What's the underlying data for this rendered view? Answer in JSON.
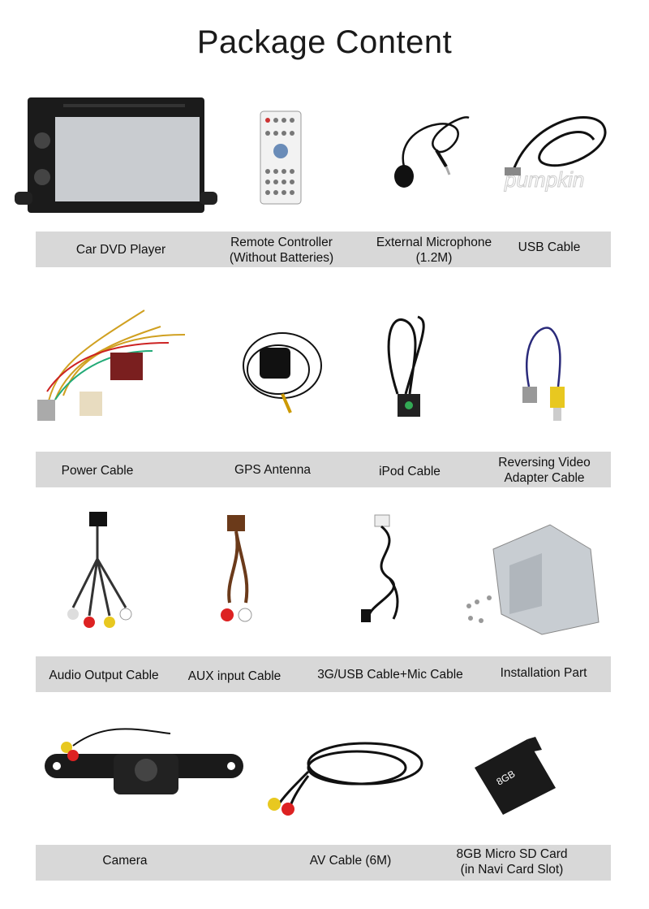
{
  "title": "Package Content",
  "rows": [
    {
      "items": [
        {
          "label": "Car DVD Player",
          "icon": "car-dvd-player"
        },
        {
          "label": "Remote Controller\n(Without Batteries)",
          "line1": "Remote Controller",
          "line2": "(Without Batteries)",
          "icon": "remote-controller"
        },
        {
          "line1": "External Microphone",
          "line2": "(1.2M)",
          "icon": "microphone"
        },
        {
          "label": "USB Cable",
          "icon": "usb-cable"
        }
      ]
    },
    {
      "items": [
        {
          "label": "Power Cable",
          "icon": "power-cable"
        },
        {
          "label": "GPS Antenna",
          "icon": "gps-antenna"
        },
        {
          "label": "iPod Cable",
          "icon": "ipod-cable"
        },
        {
          "line1": "Reversing Video",
          "line2": "Adapter Cable",
          "icon": "reversing-adapter-cable"
        }
      ]
    },
    {
      "items": [
        {
          "label": "Audio Output Cable",
          "icon": "audio-output-cable"
        },
        {
          "label": "AUX input Cable",
          "icon": "aux-cable"
        },
        {
          "label": "3G/USB Cable+Mic Cable",
          "icon": "usb-mic-cable"
        },
        {
          "label": "Installation Part",
          "icon": "installation-bracket"
        }
      ]
    },
    {
      "items": [
        {
          "label": "Camera",
          "icon": "camera"
        },
        {
          "label": "AV Cable (6M)",
          "icon": "av-cable"
        },
        {
          "line1": "8GB Micro SD Card",
          "line2": "(in Navi Card Slot)",
          "icon": "micro-sd-card"
        }
      ]
    }
  ],
  "brand_watermark": "pumpkin",
  "sd_card_text": "8GB"
}
